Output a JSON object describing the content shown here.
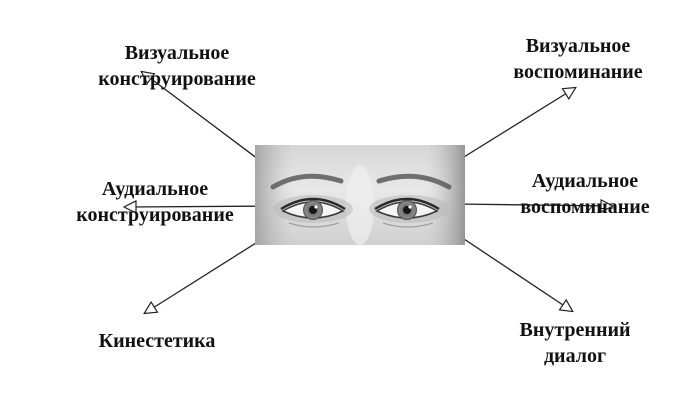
{
  "labels": {
    "visual_construction": {
      "line1": "Визуальное",
      "line2": "конструирование"
    },
    "visual_recall": {
      "line1": "Визуальное",
      "line2": "воспоминание"
    },
    "auditory_construction": {
      "line1": "Аудиальное",
      "line2": "конструирование"
    },
    "auditory_recall": {
      "line1": "Аудиальное",
      "line2": "воспоминание"
    },
    "kinesthetic": {
      "line1": "Кинестетика"
    },
    "inner_dialogue": {
      "line1": "Внутренний",
      "line2": "диалог"
    }
  },
  "colors": {
    "text": "#111111",
    "arrow": "#222222",
    "face_light": "#e4e4e4",
    "face_dark": "#9a9a9a"
  }
}
